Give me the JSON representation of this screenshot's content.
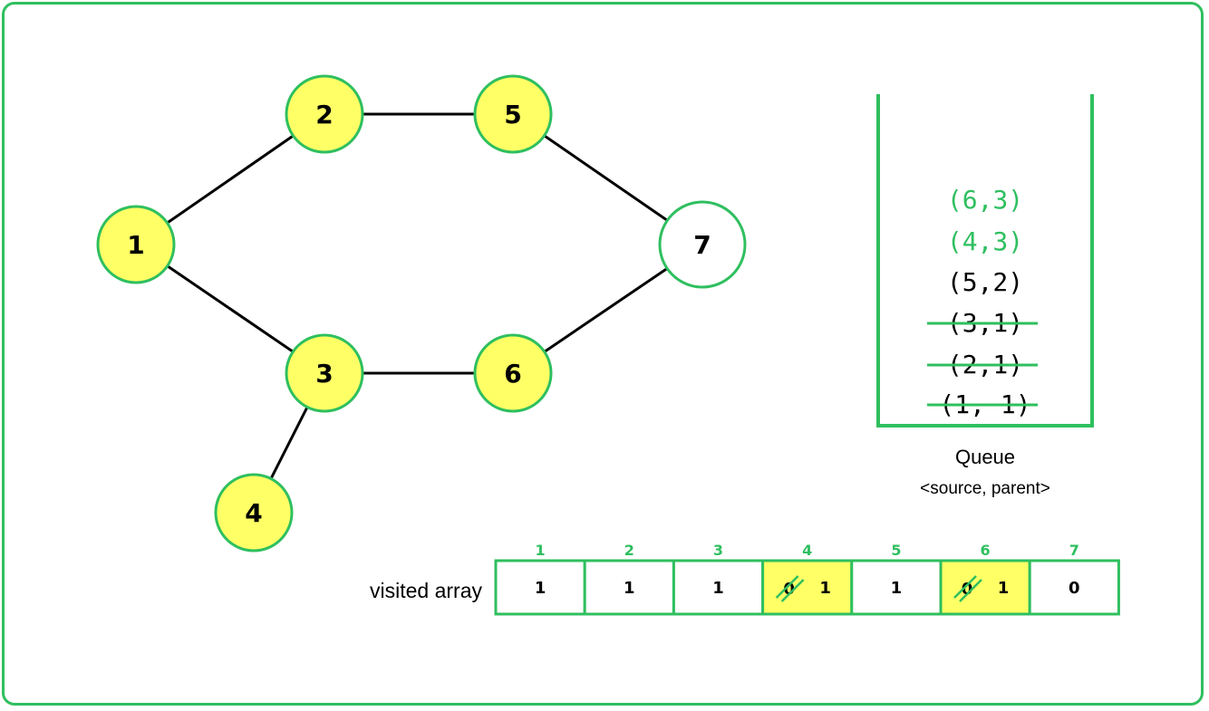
{
  "colors": {
    "accent": "#2fbf5f",
    "visited_fill": "#ffff66",
    "unvisited_fill": "#ffffff",
    "edge": "#000000",
    "queue_new_text": "#2fbf5f",
    "queue_text": "#000000"
  },
  "graph": {
    "nodes": [
      {
        "id": "1",
        "label": "1",
        "visited": true
      },
      {
        "id": "2",
        "label": "2",
        "visited": true
      },
      {
        "id": "3",
        "label": "3",
        "visited": true
      },
      {
        "id": "4",
        "label": "4",
        "visited": true
      },
      {
        "id": "5",
        "label": "5",
        "visited": true
      },
      {
        "id": "6",
        "label": "6",
        "visited": true
      },
      {
        "id": "7",
        "label": "7",
        "visited": false
      }
    ],
    "edges": [
      [
        "1",
        "2"
      ],
      [
        "1",
        "3"
      ],
      [
        "2",
        "5"
      ],
      [
        "5",
        "7"
      ],
      [
        "3",
        "6"
      ],
      [
        "6",
        "7"
      ],
      [
        "3",
        "4"
      ]
    ]
  },
  "queue": {
    "caption": "Queue",
    "subcaption": "<source, parent>",
    "entries": [
      {
        "text": "(6,3)",
        "state": "new"
      },
      {
        "text": "(4,3)",
        "state": "new"
      },
      {
        "text": "(5,2)",
        "state": "pending"
      },
      {
        "text": "(3,1)",
        "state": "removed"
      },
      {
        "text": "(2,1)",
        "state": "removed"
      },
      {
        "text": "(1, 1)",
        "state": "removed"
      }
    ]
  },
  "visited_array": {
    "label": "visited array",
    "cells": [
      {
        "index": "1",
        "value": "1",
        "old_value": "",
        "highlighted": false
      },
      {
        "index": "2",
        "value": "1",
        "old_value": "",
        "highlighted": false
      },
      {
        "index": "3",
        "value": "1",
        "old_value": "",
        "highlighted": false
      },
      {
        "index": "4",
        "value": "1",
        "old_value": "0",
        "highlighted": true
      },
      {
        "index": "5",
        "value": "1",
        "old_value": "",
        "highlighted": false
      },
      {
        "index": "6",
        "value": "1",
        "old_value": "0",
        "highlighted": true
      },
      {
        "index": "7",
        "value": "0",
        "old_value": "",
        "highlighted": false
      }
    ]
  }
}
